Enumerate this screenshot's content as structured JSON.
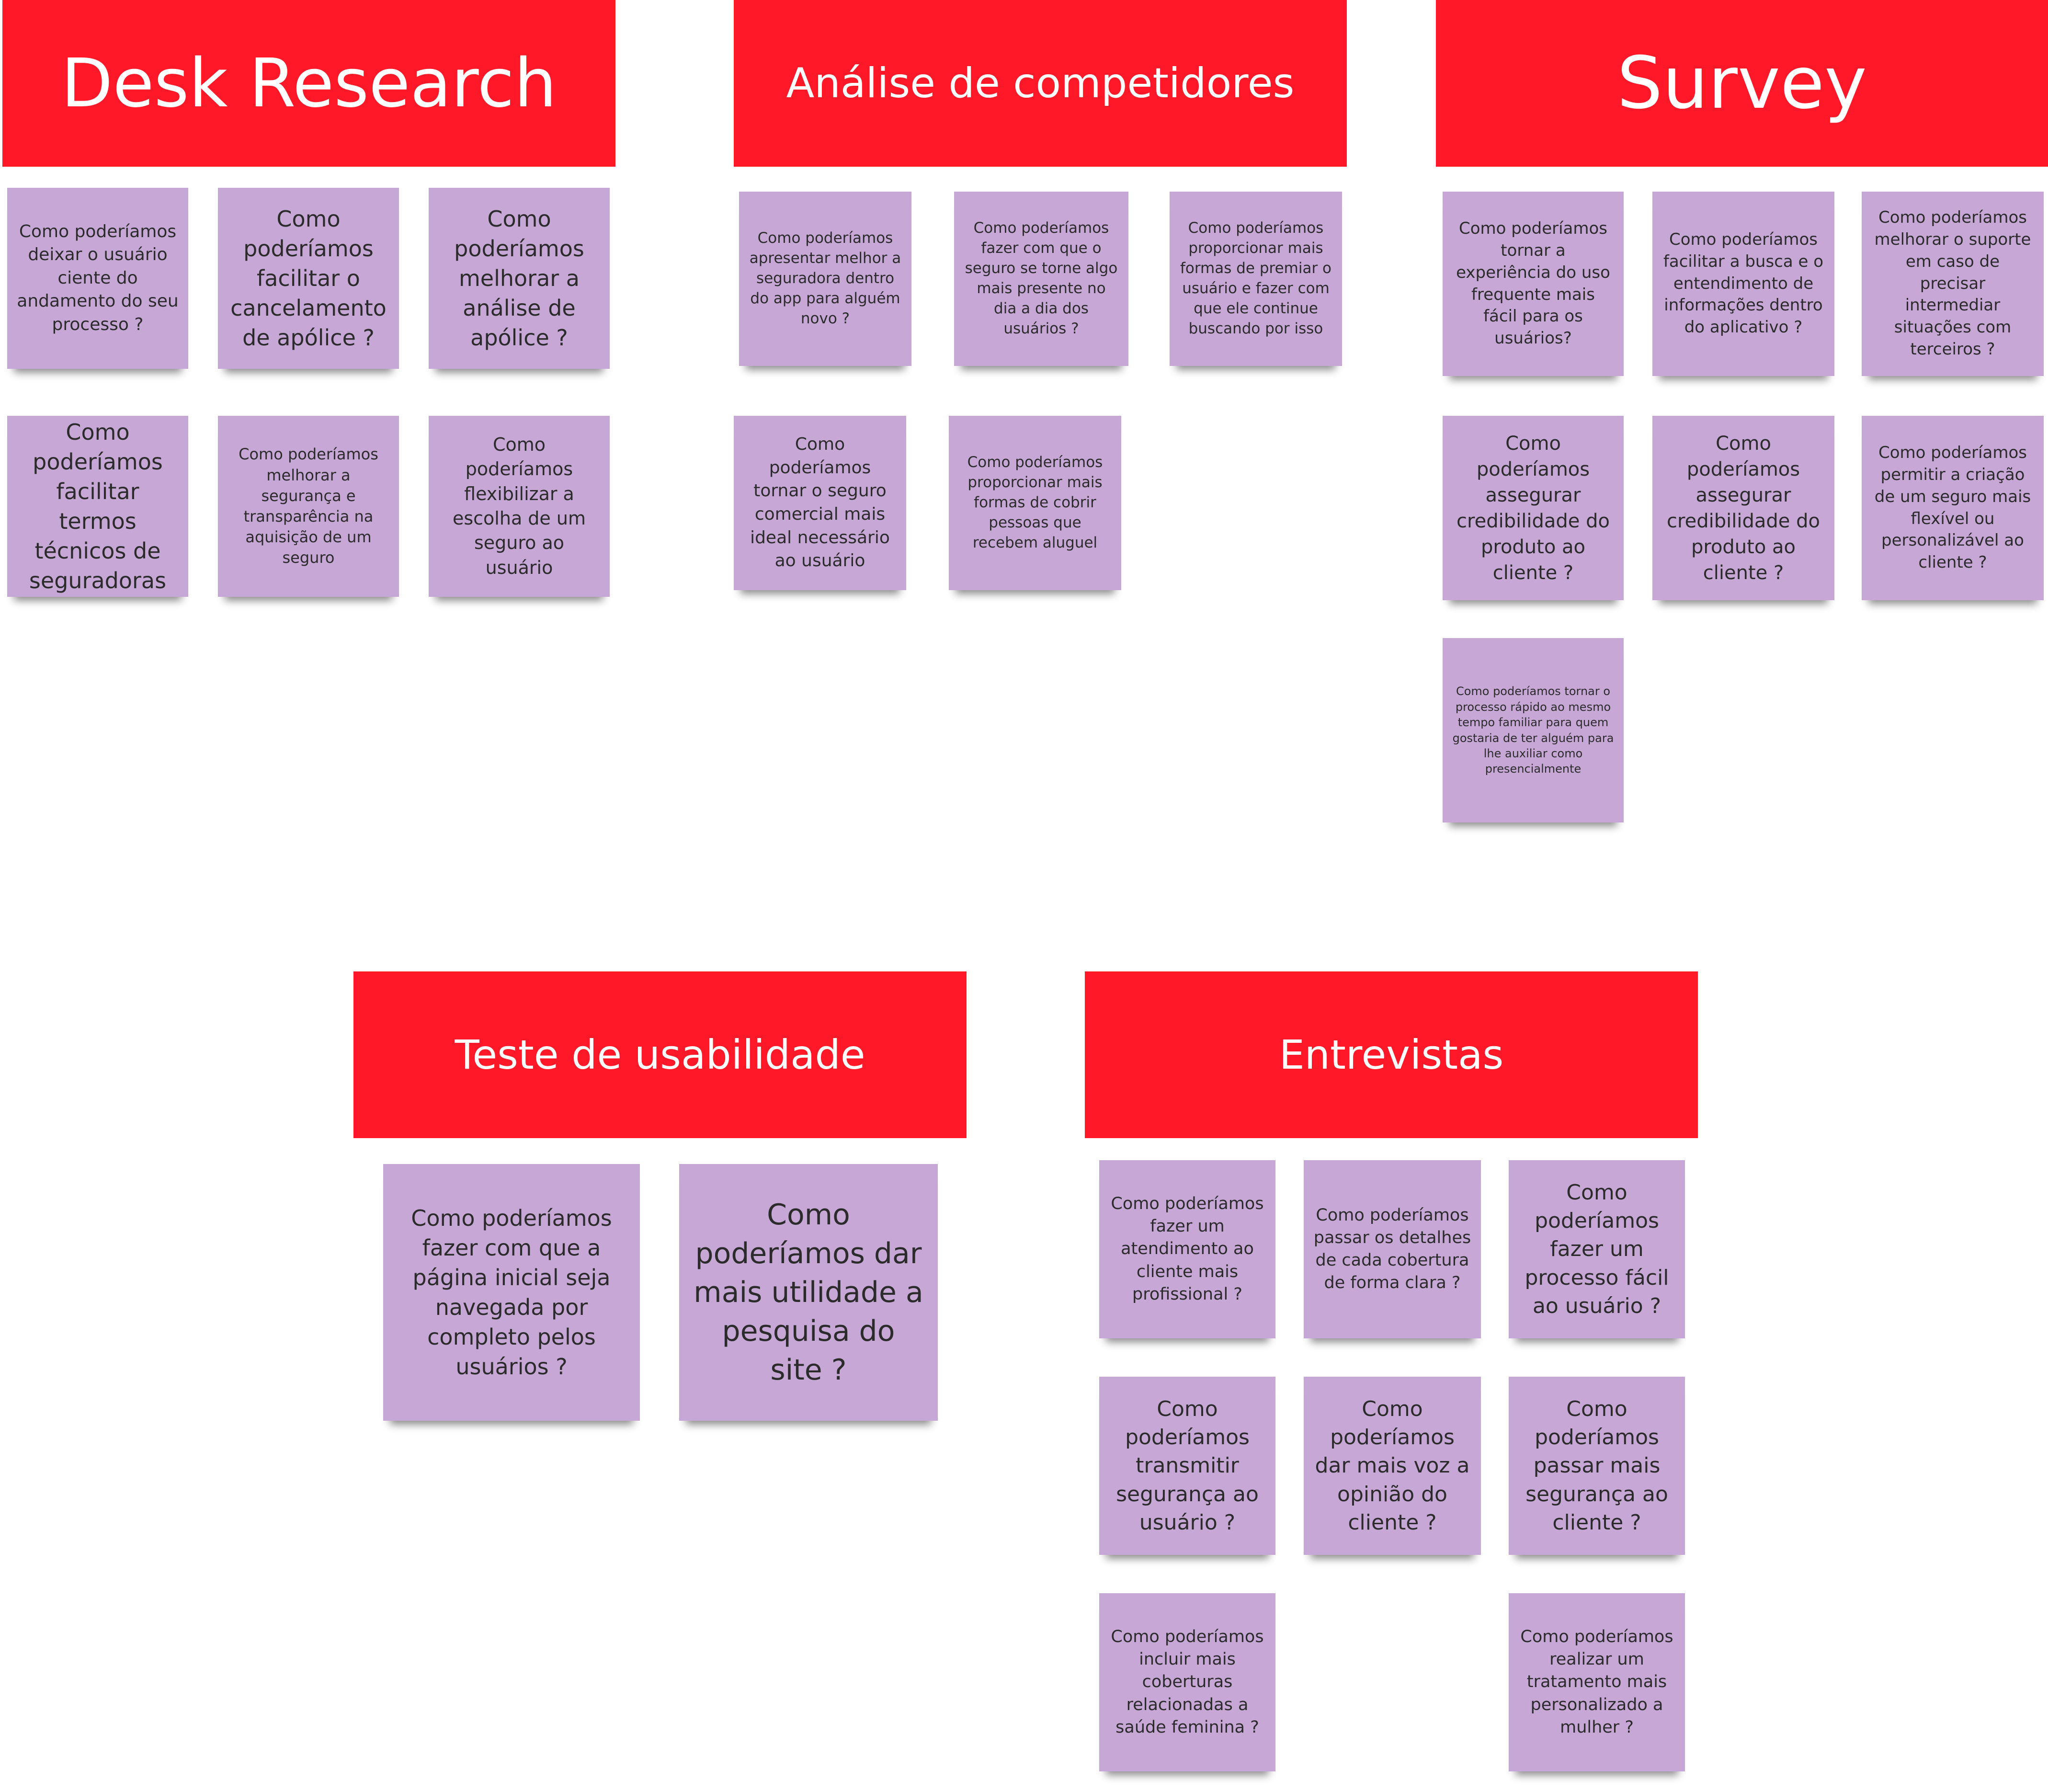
{
  "colors": {
    "header": "#fe1828",
    "note": "#c7a7d6",
    "background": "#ffffff"
  },
  "groups": {
    "desk_research": {
      "title": "Desk Research",
      "notes": [
        "Como poderíamos deixar o usuário ciente do andamento do seu processo ?",
        "Como poderíamos facilitar o cancelamento de apólice ?",
        "Como poderíamos melhorar a análise de apólice ?",
        "Como poderíamos facilitar termos técnicos de seguradoras",
        "Como poderíamos melhorar a segurança e transparência na aquisição de um seguro",
        "Como poderíamos flexibilizar a escolha de um seguro ao usuário"
      ]
    },
    "competidores": {
      "title": "Análise de competidores",
      "notes": [
        "Como poderíamos apresentar melhor a seguradora dentro do app para alguém novo ?",
        "Como poderíamos fazer com que o seguro se torne algo mais presente no dia a dia dos usuários ?",
        "Como poderíamos proporcionar mais formas de premiar o usuário e fazer com que ele continue buscando por isso",
        "Como poderíamos tornar o seguro comercial mais ideal necessário ao usuário",
        "Como poderíamos proporcionar mais formas de cobrir pessoas que recebem aluguel"
      ]
    },
    "survey": {
      "title": "Survey",
      "notes": [
        "Como poderíamos tornar a experiência do uso frequente mais fácil para os usuários?",
        "Como poderíamos facilitar a busca e o entendimento de informações dentro do aplicativo ?",
        "Como poderíamos melhorar o suporte em caso de precisar intermediar situações com terceiros ?",
        "Como poderíamos assegurar credibilidade do produto ao cliente ?",
        "Como poderíamos assegurar credibilidade do produto ao cliente ?",
        "Como poderíamos permitir a criação de um seguro mais flexível ou personalizável ao cliente ?",
        "Como poderíamos tornar o processo rápido  ao mesmo tempo familiar para quem gostaria de ter alguém para lhe auxiliar como presencialmente"
      ]
    },
    "usabilidade": {
      "title": "Teste de usabilidade",
      "notes": [
        "Como poderíamos fazer com que a página inicial seja navegada por completo pelos usuários ?",
        "Como poderíamos dar mais utilidade a pesquisa do site ?"
      ]
    },
    "entrevistas": {
      "title": "Entrevistas",
      "notes": [
        "Como poderíamos fazer um atendimento ao cliente mais profissional ?",
        "Como poderíamos passar os detalhes de cada cobertura de forma clara ?",
        "Como poderíamos fazer um processo fácil ao usuário ?",
        "Como poderíamos transmitir segurança ao usuário ?",
        "Como poderíamos dar mais voz a opinião do cliente ?",
        "Como poderíamos passar mais segurança ao cliente ?",
        "Como poderíamos incluir mais coberturas relacionadas a saúde feminina ?",
        "Como poderíamos realizar um tratamento mais personalizado a mulher ?"
      ]
    }
  }
}
